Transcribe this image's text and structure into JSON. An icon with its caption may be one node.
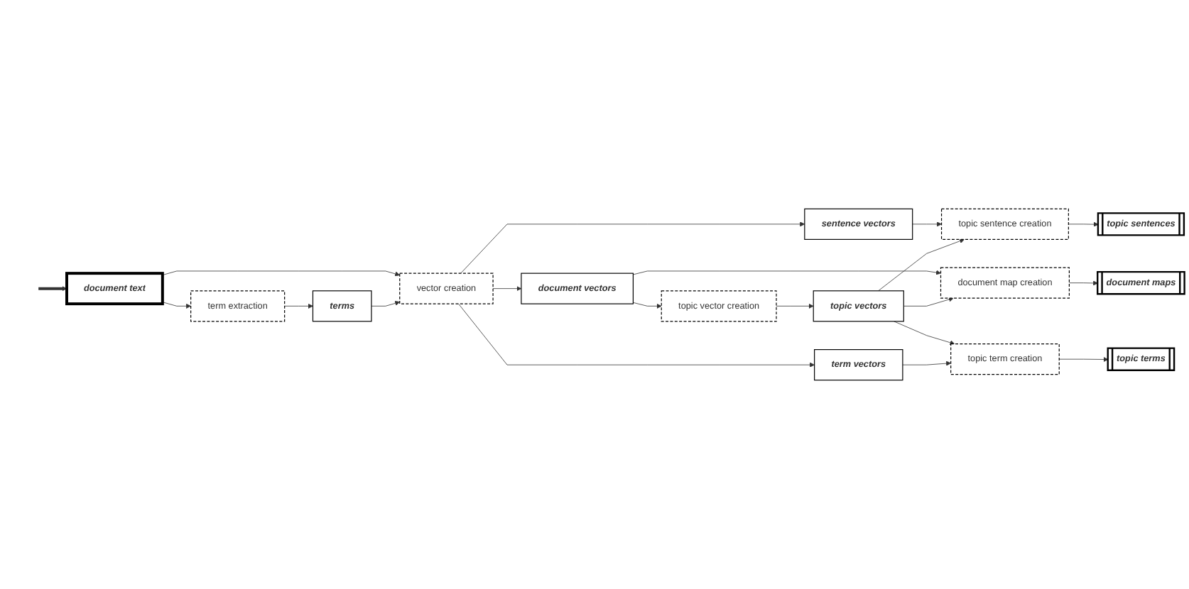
{
  "diagram": {
    "nodes": [
      {
        "text": [
          "document text"
        ]
      },
      {
        "text": [
          "term extraction"
        ]
      },
      {
        "text": [
          "terms"
        ]
      },
      {
        "text": [
          "vector creation"
        ]
      },
      {
        "text": [
          "sentence vectors"
        ]
      },
      {
        "text": [
          "document vectors"
        ]
      },
      {
        "text": [
          "term vectors"
        ]
      },
      {
        "text": [
          "topic vector creation"
        ]
      },
      {
        "text": [
          "topic vectors"
        ]
      },
      {
        "text": [
          "topic sentence creation"
        ]
      },
      {
        "text": [
          "topic sentences"
        ]
      },
      {
        "text": [
          "document map creation"
        ]
      },
      {
        "text": [
          "document maps"
        ]
      },
      {
        "text": [
          "topic term creation"
        ]
      },
      {
        "text": [
          "topic terms"
        ]
      }
    ],
    "edges": [
      {
        "from": null,
        "to": 0,
        "arrow": "to",
        "style": "thick"
      },
      {
        "from": 0,
        "to": 1,
        "arrow": "to"
      },
      {
        "from": 1,
        "to": 2,
        "arrow": "to"
      },
      {
        "from": 0,
        "to": 3,
        "arrow": "to"
      },
      {
        "from": 2,
        "to": 3,
        "arrow": "to"
      },
      {
        "from": 3,
        "to": 4,
        "arrow": "to"
      },
      {
        "from": 3,
        "to": 5,
        "arrow": "to"
      },
      {
        "from": 3,
        "to": 6,
        "arrow": "to"
      },
      {
        "from": 4,
        "to": 9,
        "arrow": "to"
      },
      {
        "from": 5,
        "to": 7,
        "arrow": "to"
      },
      {
        "from": 5,
        "to": 11,
        "arrow": "to"
      },
      {
        "from": 7,
        "to": 8,
        "arrow": "to"
      },
      {
        "from": 8,
        "to": 9,
        "arrow": "to"
      },
      {
        "from": 8,
        "to": 11,
        "arrow": "to"
      },
      {
        "from": 8,
        "to": 13,
        "arrow": "to"
      },
      {
        "from": 6,
        "to": 13,
        "arrow": "to"
      },
      {
        "from": 9,
        "to": 10,
        "arrow": "to"
      },
      {
        "from": 11,
        "to": 12,
        "arrow": "to"
      },
      {
        "from": 13,
        "to": 14,
        "arrow": "to"
      }
    ]
  }
}
